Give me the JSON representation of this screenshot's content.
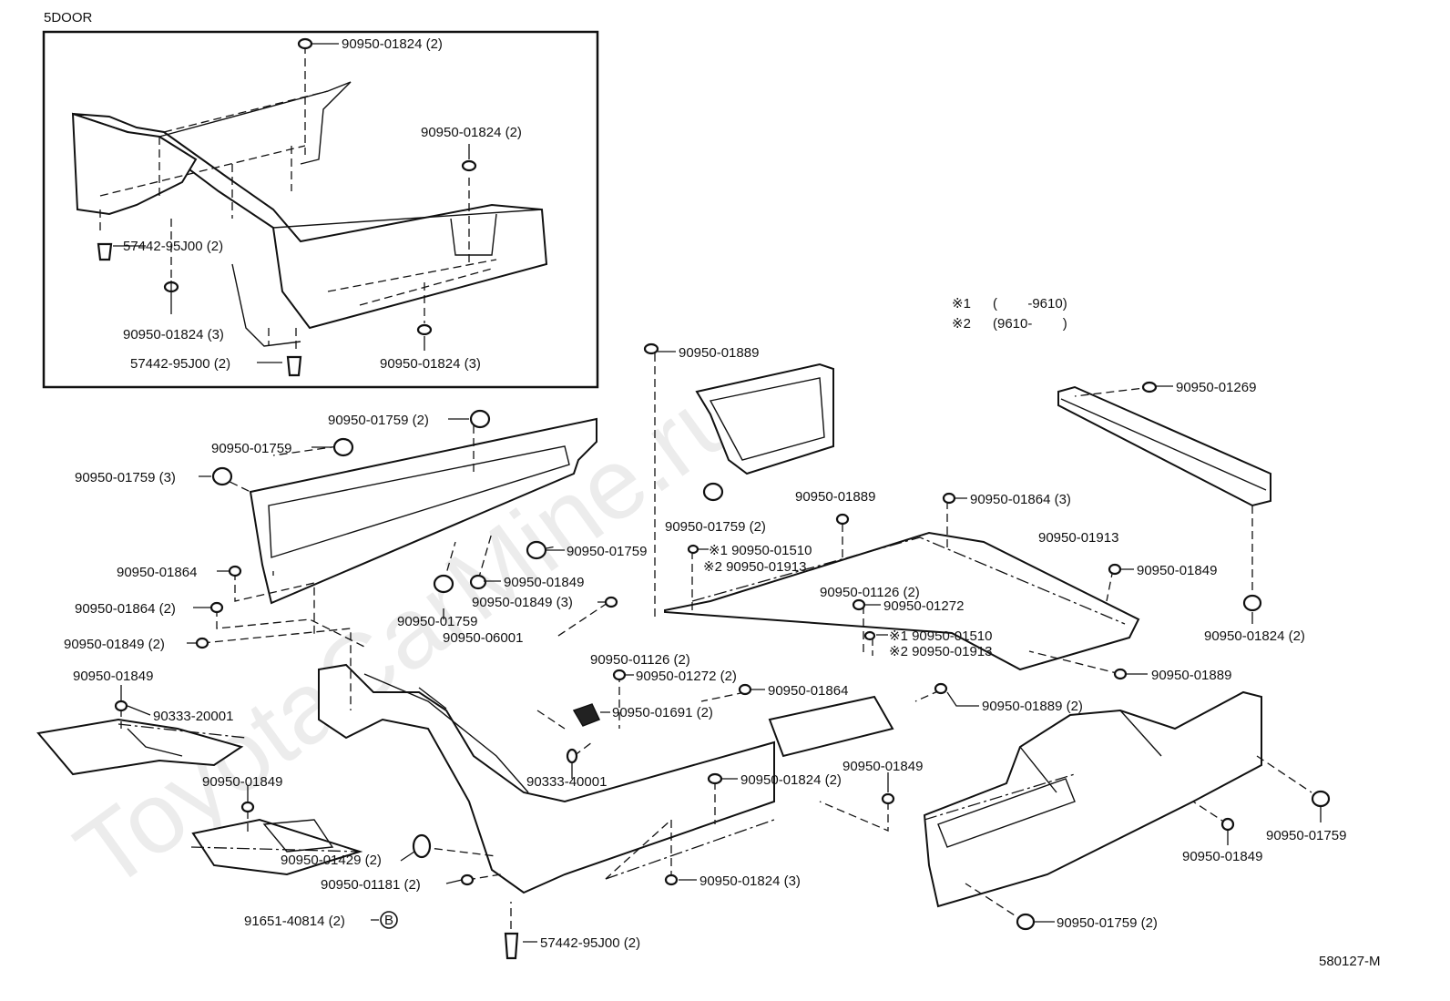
{
  "inset": {
    "title": "5DOOR"
  },
  "notes": {
    "line1_mark": "※1",
    "line1_text": "(        -9610)",
    "line2_mark": "※2",
    "line2_text": "(9610-        )"
  },
  "drawing_number": "580127-M",
  "watermark": "ToyotaCarMine.ru",
  "labels": [
    "90950-01824 (2)",
    "90950-01824 (2)",
    "57442-95J00 (2)",
    "90950-01824 (3)",
    "57442-95J00 (2)",
    "90950-01824 (3)",
    "90950-01889",
    "90950-01269",
    "90950-01759 (2)",
    "90950-01759",
    "90950-01759 (3)",
    "90950-01889",
    "90950-01759 (2)",
    "90950-01864 (3)",
    "90950-01913",
    "90950-01759",
    "※1 90950-01510",
    "※2 90950-01913",
    "90950-01849",
    "90950-01864",
    "90950-01849",
    "90950-01864 (2)",
    "90950-01849 (3)",
    "90950-01759",
    "90950-01126 (2)",
    "90950-01272",
    "90950-01824 (2)",
    "90950-06001",
    "90950-01849 (2)",
    "※1 90950-01510",
    "※2 90950-01913",
    "90950-01126 (2)",
    "90950-01272 (2)",
    "90950-01889",
    "90950-01849",
    "90950-01864",
    "90333-20001",
    "90950-01691 (2)",
    "90950-01889 (2)",
    "90333-40001",
    "90950-01849",
    "90950-01849",
    "90950-01824 (2)",
    "90950-01429 (2)",
    "90950-01759",
    "90950-01849",
    "90950-01181 (2)",
    "90950-01824 (3)",
    "91651-40814 (2)",
    "B",
    "90950-01759 (2)",
    "57442-95J00 (2)"
  ]
}
